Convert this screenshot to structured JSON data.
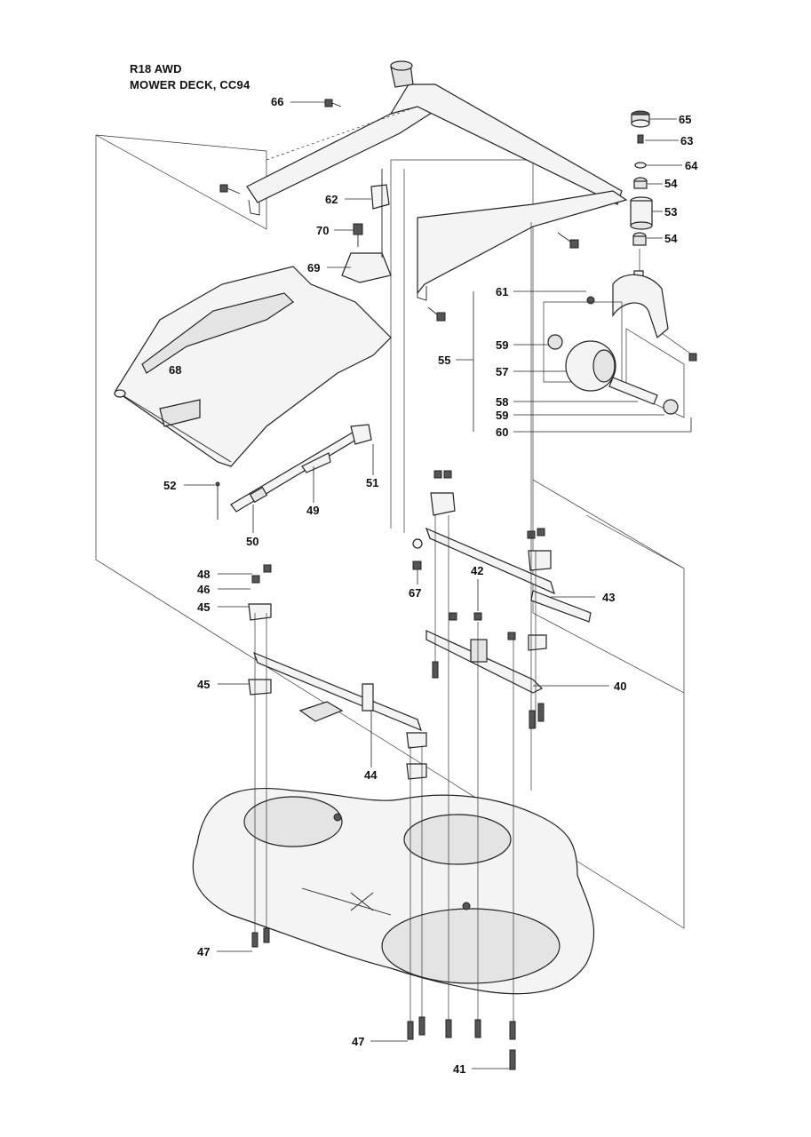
{
  "title": {
    "model": "R18 AWD",
    "section": "MOWER DECK, CC94"
  },
  "callouts": {
    "p66": "66",
    "p65": "65",
    "p63": "63",
    "p64": "64",
    "p54a": "54",
    "p53": "53",
    "p54b": "54",
    "p62": "62",
    "p70": "70",
    "p69": "69",
    "p61": "61",
    "p59a": "59",
    "p55": "55",
    "p57": "57",
    "p68": "68",
    "p58": "58",
    "p59b": "59",
    "p60": "60",
    "p52": "52",
    "p51": "51",
    "p49": "49",
    "p50": "50",
    "p48": "48",
    "p46": "46",
    "p45a": "45",
    "p67": "67",
    "p42": "42",
    "p43": "43",
    "p40": "40",
    "p45b": "45",
    "p44": "44",
    "p47a": "47",
    "p47b": "47",
    "p41": "41"
  }
}
